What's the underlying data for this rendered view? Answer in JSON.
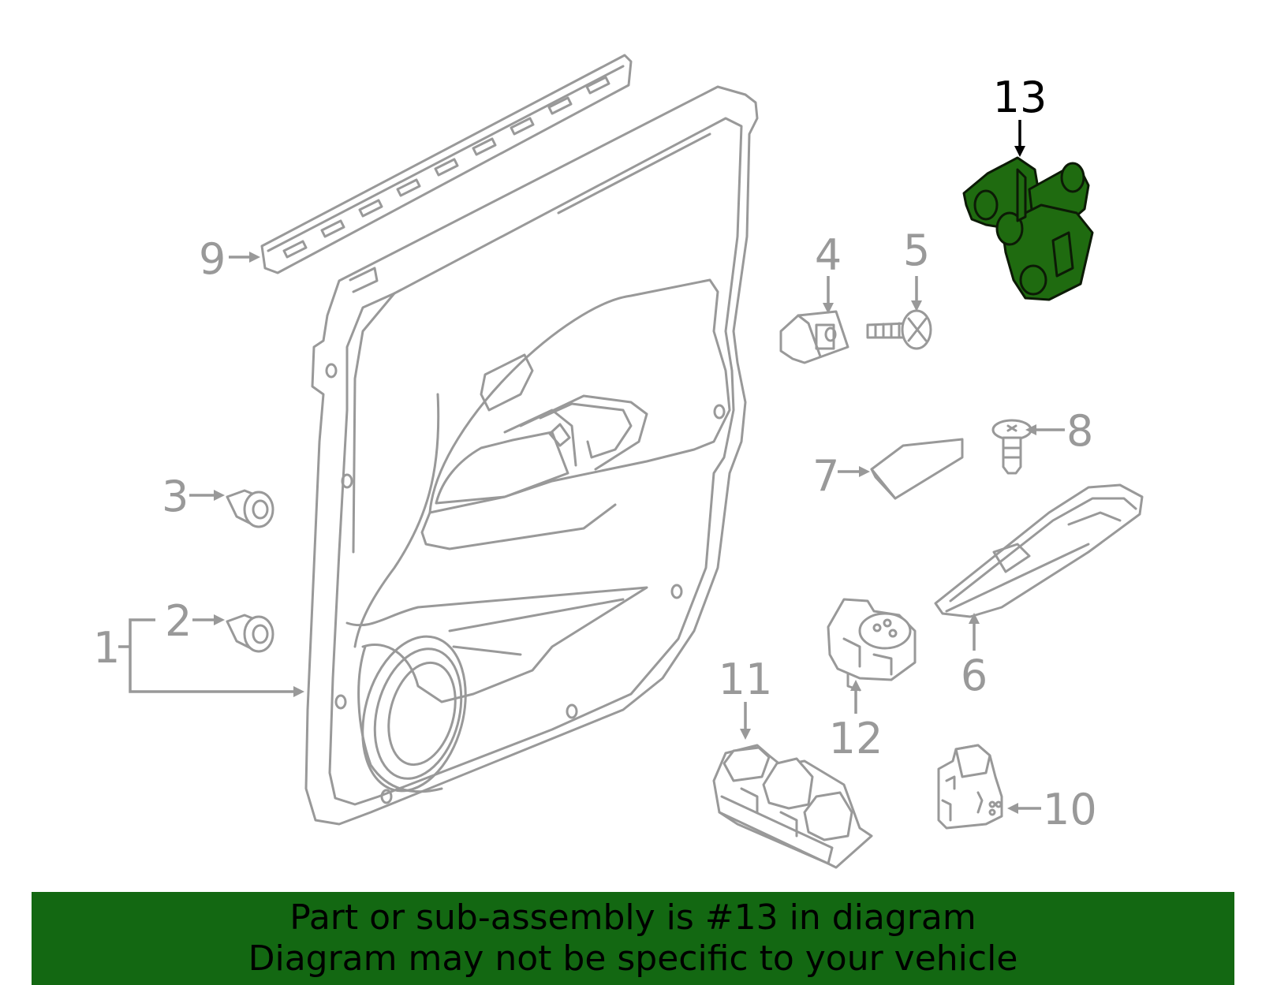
{
  "callouts": [
    {
      "id": "1",
      "label": "1",
      "highlight": false
    },
    {
      "id": "2",
      "label": "2",
      "highlight": false
    },
    {
      "id": "3",
      "label": "3",
      "highlight": false
    },
    {
      "id": "4",
      "label": "4",
      "highlight": false
    },
    {
      "id": "5",
      "label": "5",
      "highlight": false
    },
    {
      "id": "6",
      "label": "6",
      "highlight": false
    },
    {
      "id": "7",
      "label": "7",
      "highlight": false
    },
    {
      "id": "8",
      "label": "8",
      "highlight": false
    },
    {
      "id": "9",
      "label": "9",
      "highlight": false
    },
    {
      "id": "10",
      "label": "10",
      "highlight": false
    },
    {
      "id": "11",
      "label": "11",
      "highlight": false
    },
    {
      "id": "12",
      "label": "12",
      "highlight": false
    },
    {
      "id": "13",
      "label": "13",
      "highlight": true
    }
  ],
  "colors": {
    "part_stroke": "#999999",
    "label_default": "#999999",
    "label_highlight": "#000000",
    "highlight_fill": "#1f6b10",
    "banner_background": "#136812",
    "banner_text": "#000000"
  },
  "banner": {
    "line1": "Part or sub-assembly is #13 in diagram",
    "line2": "Diagram may not be specific to your vehicle"
  }
}
